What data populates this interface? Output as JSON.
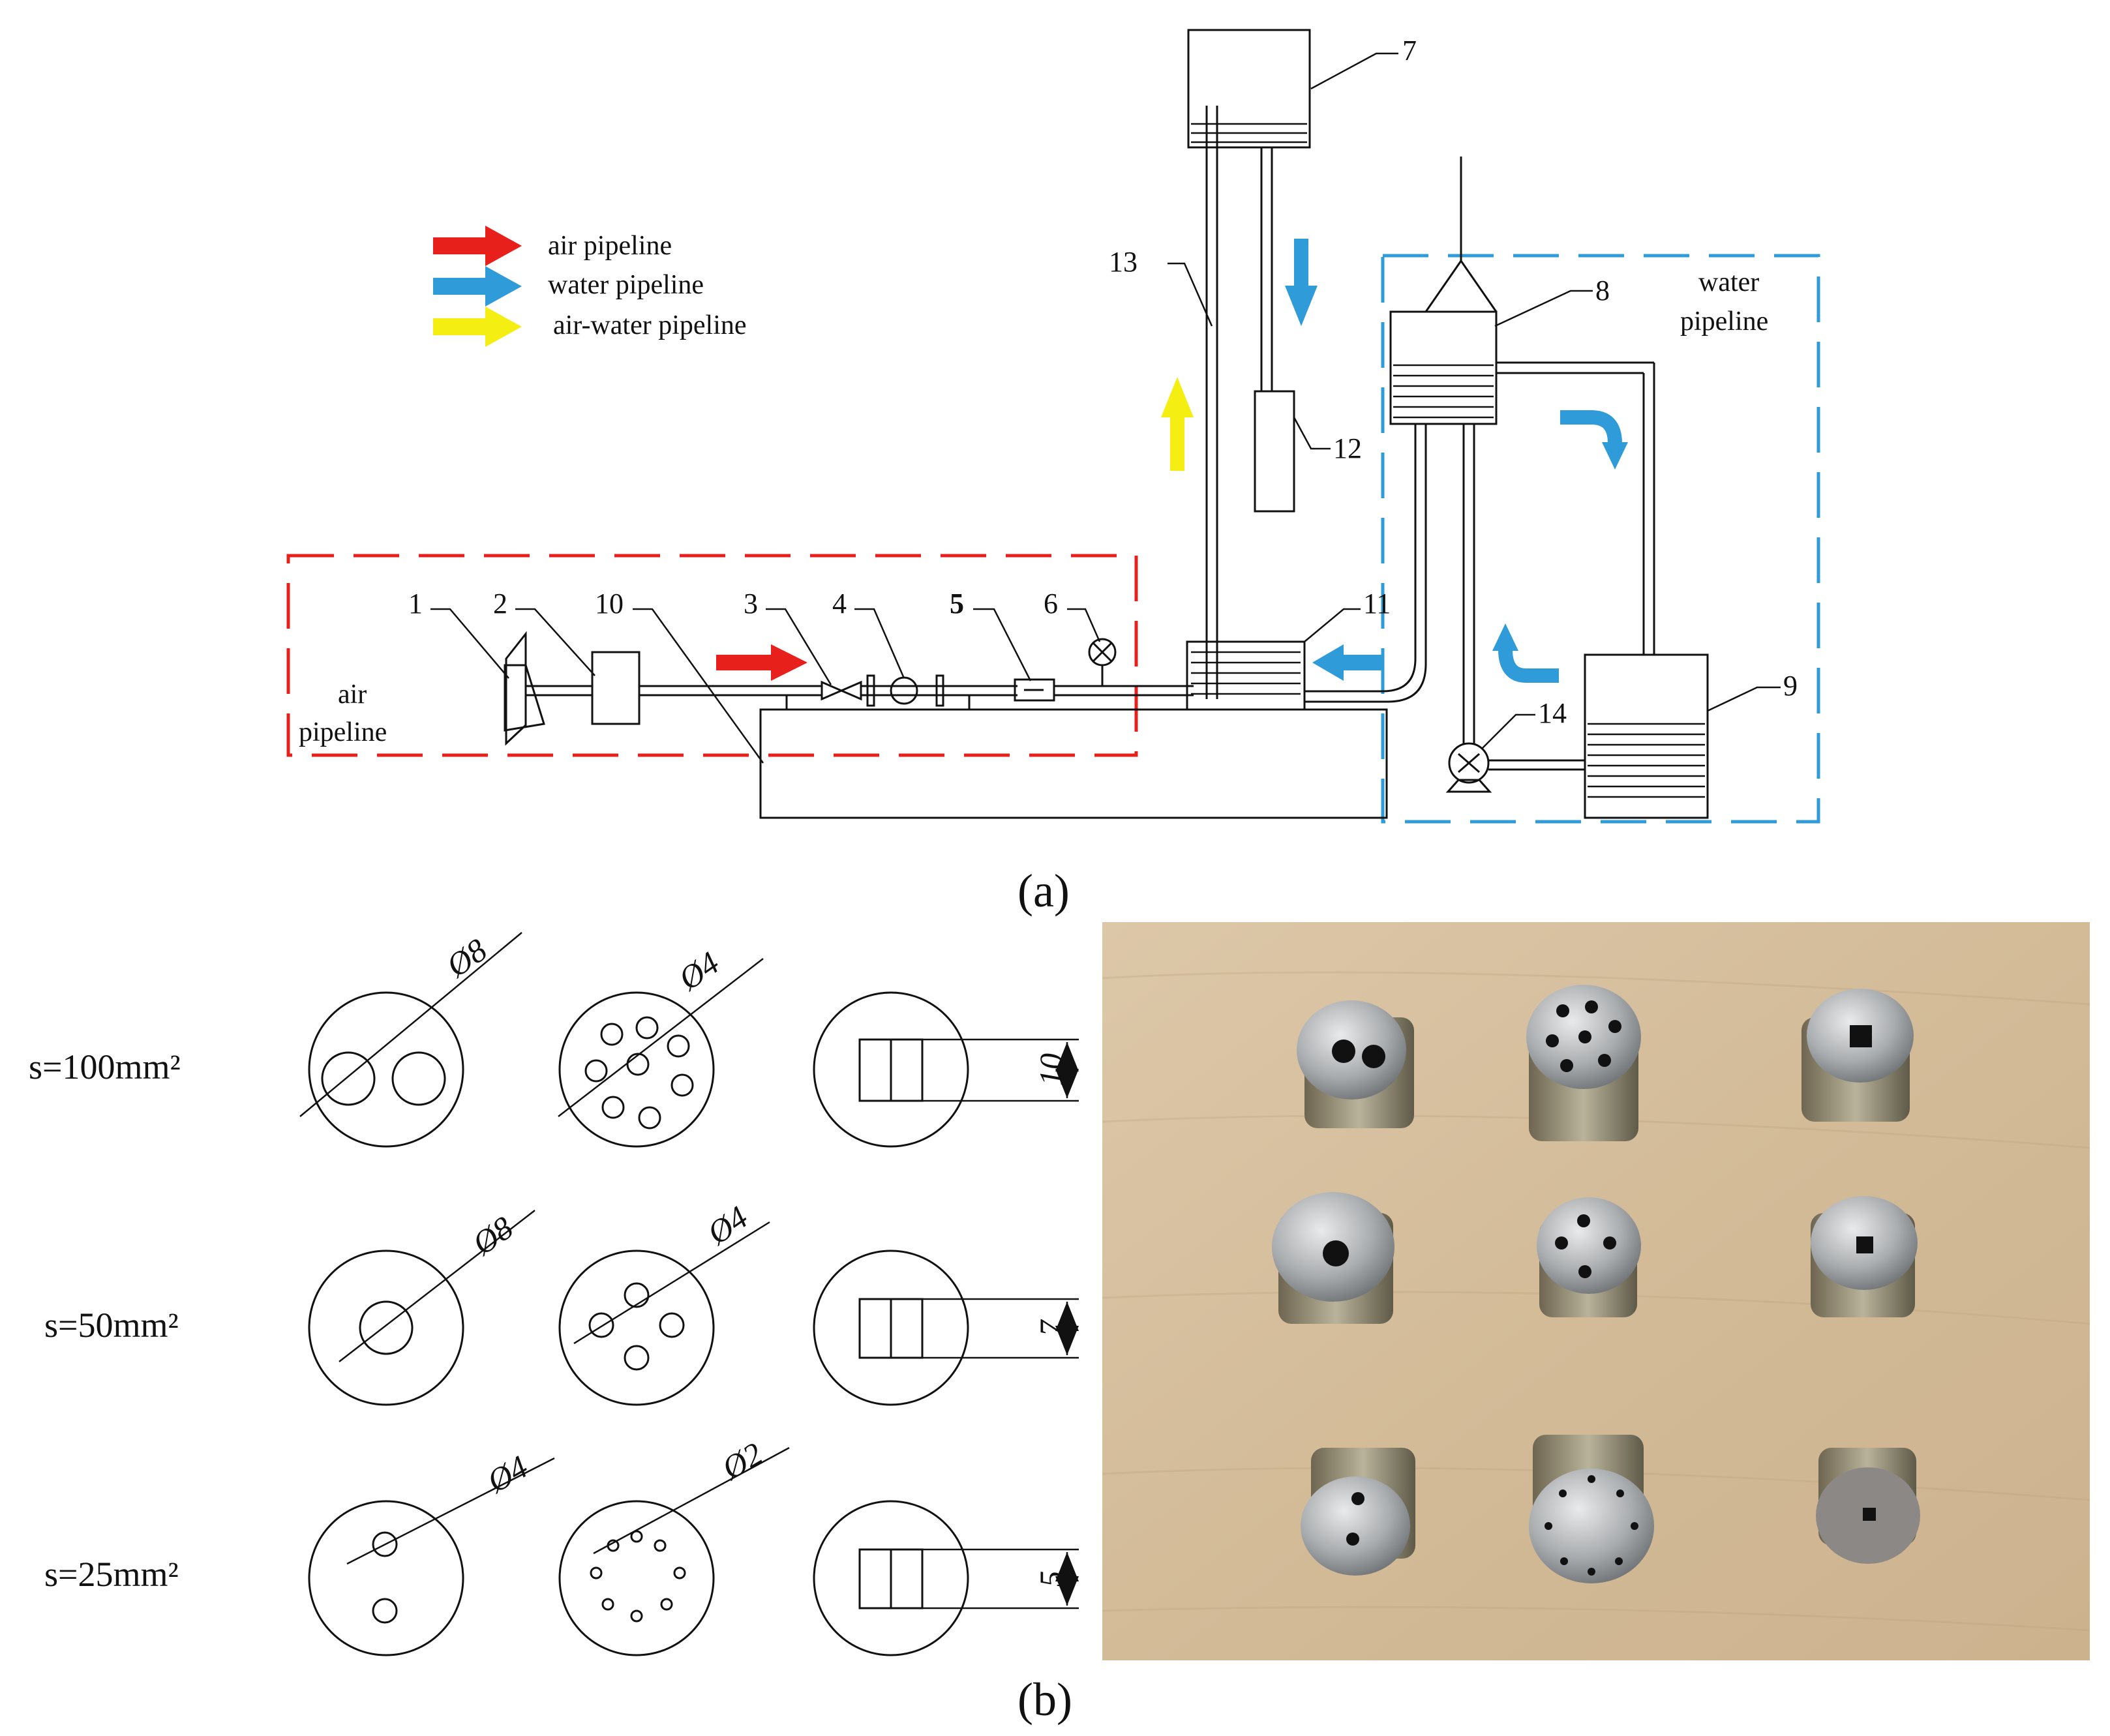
{
  "panel_a": {
    "label": "(a)",
    "legend": [
      {
        "text": "air pipeline",
        "color": "#e8201c"
      },
      {
        "text": "water pipeline",
        "color": "#2f9bd8"
      },
      {
        "text": "air-water pipeline",
        "color": "#f5ee13"
      }
    ],
    "air_box_label": [
      "air",
      "pipeline"
    ],
    "water_box_label": [
      "water",
      "pipeline"
    ],
    "component_numbers": [
      "1",
      "2",
      "10",
      "3",
      "4",
      "5",
      "6",
      "11",
      "7",
      "13",
      "8",
      "12",
      "9",
      "14"
    ],
    "colors": {
      "air": "#e8201c",
      "water": "#2f9bd8",
      "airwater": "#f5ee13",
      "line": "#111111"
    }
  },
  "panel_b": {
    "label": "(b)",
    "rows": [
      {
        "area": "s=100mm²",
        "circle_dim": "Ø8",
        "multi_dim": "Ø4",
        "square_dim": "10"
      },
      {
        "area": "s=50mm²",
        "circle_dim": "Ø8",
        "multi_dim": "Ø4",
        "square_dim": "7"
      },
      {
        "area": "s=25mm²",
        "circle_dim": "Ø4",
        "multi_dim": "Ø2",
        "square_dim": "5"
      }
    ],
    "photo": {
      "description_icon": "nozzle-photo",
      "background": "#d9c3a2"
    }
  }
}
